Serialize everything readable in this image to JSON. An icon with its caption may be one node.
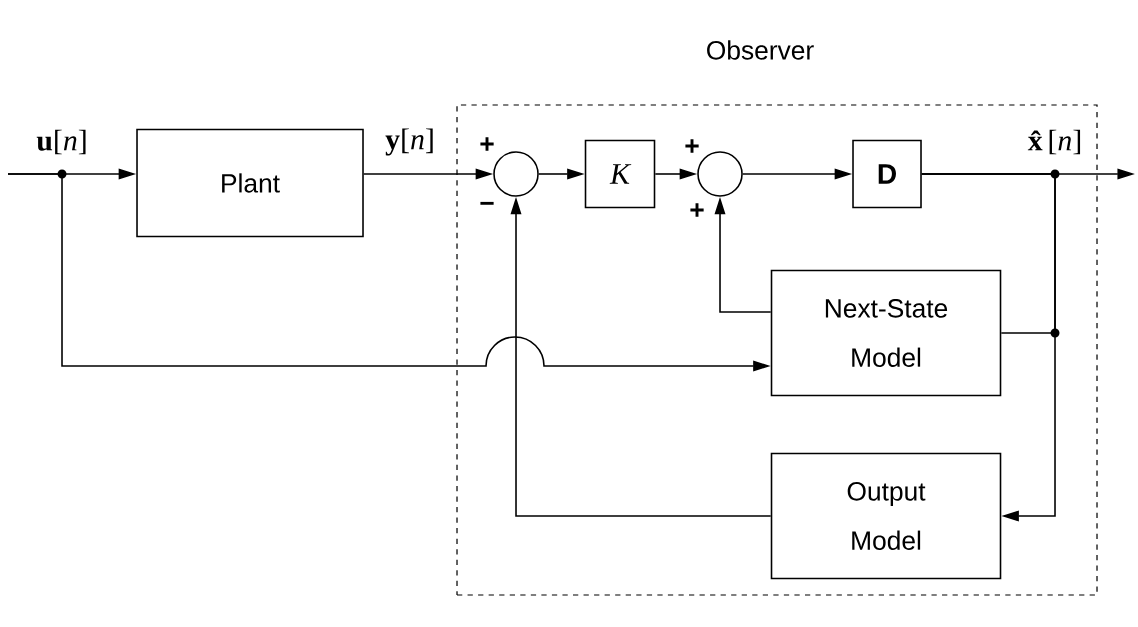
{
  "diagram": {
    "nodes": [
      {
        "text": [
          "Observer"
        ]
      },
      {
        "text": [
          "Plant"
        ]
      },
      {
        "text": [],
        "shape": "circle",
        "in": 0
      },
      {
        "text": [
          "K"
        ],
        "in": 0
      },
      {
        "text": [],
        "shape": "circle",
        "in": 0
      },
      {
        "text": [
          "D"
        ],
        "in": 0
      },
      {
        "text": [
          "Next-State Model"
        ],
        "in": 0
      },
      {
        "text": [
          "Output Model"
        ],
        "in": 0
      }
    ],
    "edges": [
      {
        "from": null,
        "to": 1,
        "arrow": "to",
        "label": "**u**[*n*]"
      },
      {
        "from": null,
        "to": 6,
        "arrow": "to"
      },
      {
        "from": 1,
        "to": 2,
        "arrow": "to",
        "label": "**y**[*n*]"
      },
      {
        "from": 2,
        "to": 3,
        "arrow": "to"
      },
      {
        "from": 3,
        "to": 4,
        "arrow": "to"
      },
      {
        "from": 4,
        "to": 5,
        "arrow": "to"
      },
      {
        "from": 5,
        "to": null,
        "arrow": "to",
        "label": "**x̂**[*n*]"
      },
      {
        "from": 5,
        "to": 6,
        "arrow": "none"
      },
      {
        "from": 5,
        "to": 7,
        "arrow": "to"
      },
      {
        "from": 6,
        "to": 4,
        "arrow": "to"
      },
      {
        "from": 7,
        "to": 2,
        "arrow": "to"
      }
    ],
    "labels": [
      "+",
      "−",
      "+",
      "+"
    ]
  }
}
